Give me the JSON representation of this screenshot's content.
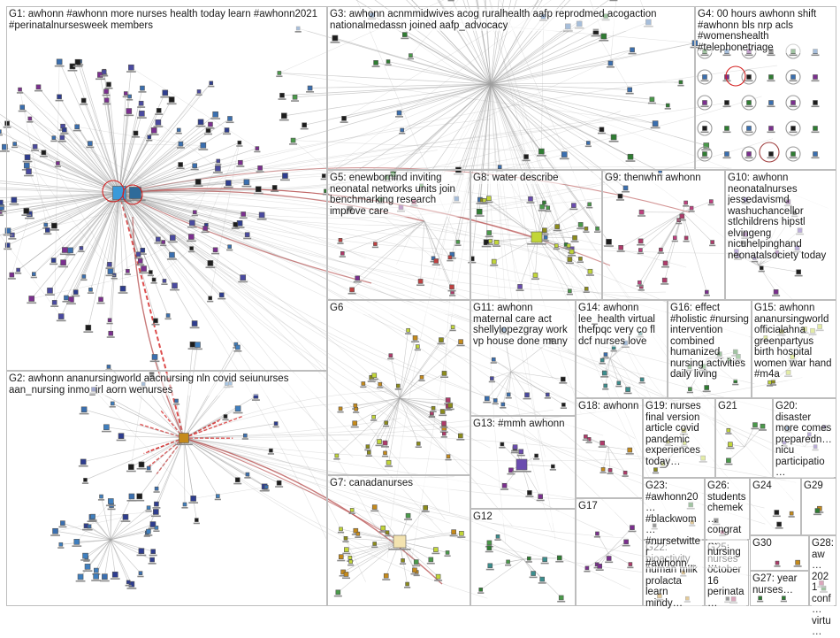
{
  "groups": [
    {
      "id": "G1",
      "title": "G1: awhonn #awhonn more nurses health today learn #awhonn2021 #perinatalnursesweek members"
    },
    {
      "id": "G2",
      "title": "G2: awhonn ananursingworld aacnursing nln covid seiunurses aan_nursing inmo_irl aorn wenurses"
    },
    {
      "id": "G3",
      "title": "G3: awhonn acnmmidwives acog ruralhealth aafp reprodmed acogaction nationalmedassn joined aafp_advocacy"
    },
    {
      "id": "G4",
      "title": "G4: 00 hours awhonn shift #awhonn bls nrp acls #womenshealth #telephonetriage"
    },
    {
      "id": "G5",
      "title": "G5: enewbornind inviting neonatal networks units join benchmarking research improve care"
    },
    {
      "id": "G6",
      "title": "G6"
    },
    {
      "id": "G7",
      "title": "G7: canadanurses"
    },
    {
      "id": "G8",
      "title": "G8: water describe"
    },
    {
      "id": "G9",
      "title": "G9: thenwhn awhonn"
    },
    {
      "id": "G10",
      "title": "G10: awhonn\nneonatalnurses\njessedavismd\nwashuchancellor\nstlchildrens hipstl\nelvingeng\nnicuhelpinghand\nneonatalsociety today"
    },
    {
      "id": "G11",
      "title": "G11: awhonn\nmaternal care act\nshellylopezgray work\nvp house done many"
    },
    {
      "id": "G12",
      "title": "G12"
    },
    {
      "id": "G13",
      "title": "G13: #mmh awhonn"
    },
    {
      "id": "G14",
      "title": "G14: awhonn\nlee_health virtual\nthefpqc very co fl\ndcf nurses love"
    },
    {
      "id": "G15",
      "title": "G15: awhonn\nananursingworld\nofficialahna\ngreenpartyus\nbirth hospital\nwomen war hand\n#m4a"
    },
    {
      "id": "G16",
      "title": "G16: effect\n#holistic #nursing\nintervention\ncombined\nhumanized\nnursing activities\ndaily living"
    },
    {
      "id": "G17",
      "title": "G17"
    },
    {
      "id": "G18",
      "title": "G18: awhonn"
    },
    {
      "id": "G19",
      "title": "G19: nurses\nfinal version\narticle covid\npandemic\nexperiences\ntoday…"
    },
    {
      "id": "G20",
      "title": "G20:\ndisaster\nmore comes\npreparedn…\nnicu\nparticipatio…"
    },
    {
      "id": "G21",
      "title": "G21"
    },
    {
      "id": "G22",
      "title": "G22:\nbioactivity\nhuman milk\nprolacta\nlearn mindy…"
    },
    {
      "id": "G23",
      "title": "G23:\n#awhonn20…\n#blackwom…\n#nursetwitter\n#awhonn…"
    },
    {
      "id": "G24",
      "title": "G24"
    },
    {
      "id": "G25",
      "title": "G25:\nnurses\noctober\n16\nperinata…"
    },
    {
      "id": "G26",
      "title": "G26:\nstudents\nchemek…\ncongrat…\nnursing…"
    },
    {
      "id": "G27",
      "title": "G27: year\nnurses…"
    },
    {
      "id": "G28",
      "title": "G28:\naw…\n2021\nconf…\nvirtu…"
    },
    {
      "id": "G29",
      "title": "G29"
    },
    {
      "id": "G30",
      "title": "G30"
    }
  ],
  "colors": {
    "background": "#ffffff",
    "panel_border": "#bdbdbd",
    "edge": "#a0a0a0",
    "edge_strong": "#b04040",
    "highlight": "#d42020"
  }
}
